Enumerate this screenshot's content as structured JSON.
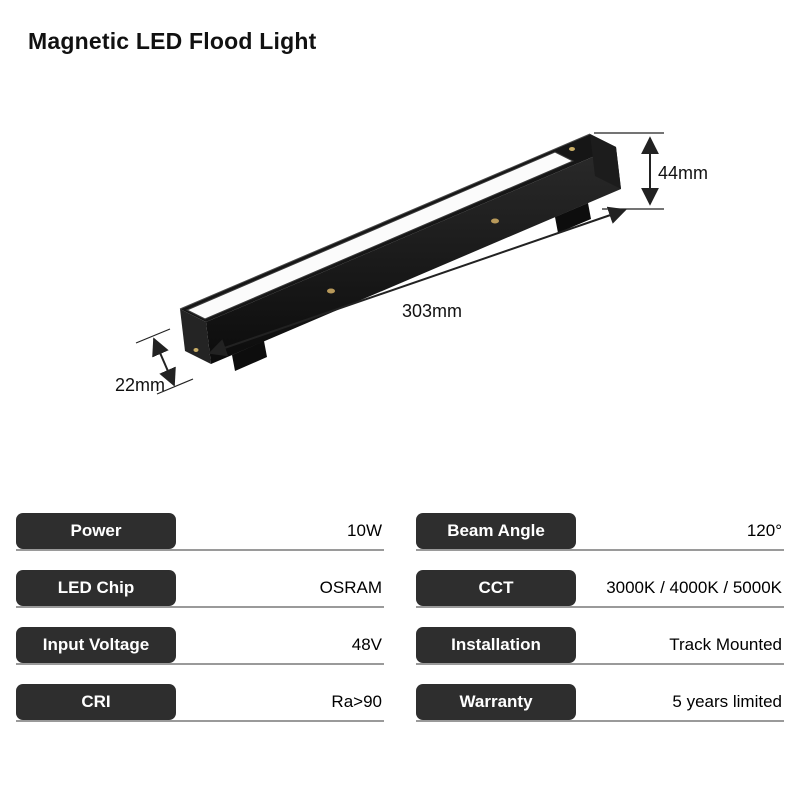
{
  "title": "Magnetic LED Flood Light",
  "diagram": {
    "height_label": "44mm",
    "length_label": "303mm",
    "width_label": "22mm"
  },
  "specs": {
    "left": [
      {
        "label": "Power",
        "value": "10W"
      },
      {
        "label": "LED Chip",
        "value": "OSRAM"
      },
      {
        "label": "Input Voltage",
        "value": "48V"
      },
      {
        "label": "CRI",
        "value": "Ra>90"
      }
    ],
    "right": [
      {
        "label": "Beam Angle",
        "value": "120°"
      },
      {
        "label": "CCT",
        "value": "3000K / 4000K / 5000K"
      },
      {
        "label": "Installation",
        "value": "Track Mounted"
      },
      {
        "label": "Warranty",
        "value": "5 years limited"
      }
    ]
  }
}
